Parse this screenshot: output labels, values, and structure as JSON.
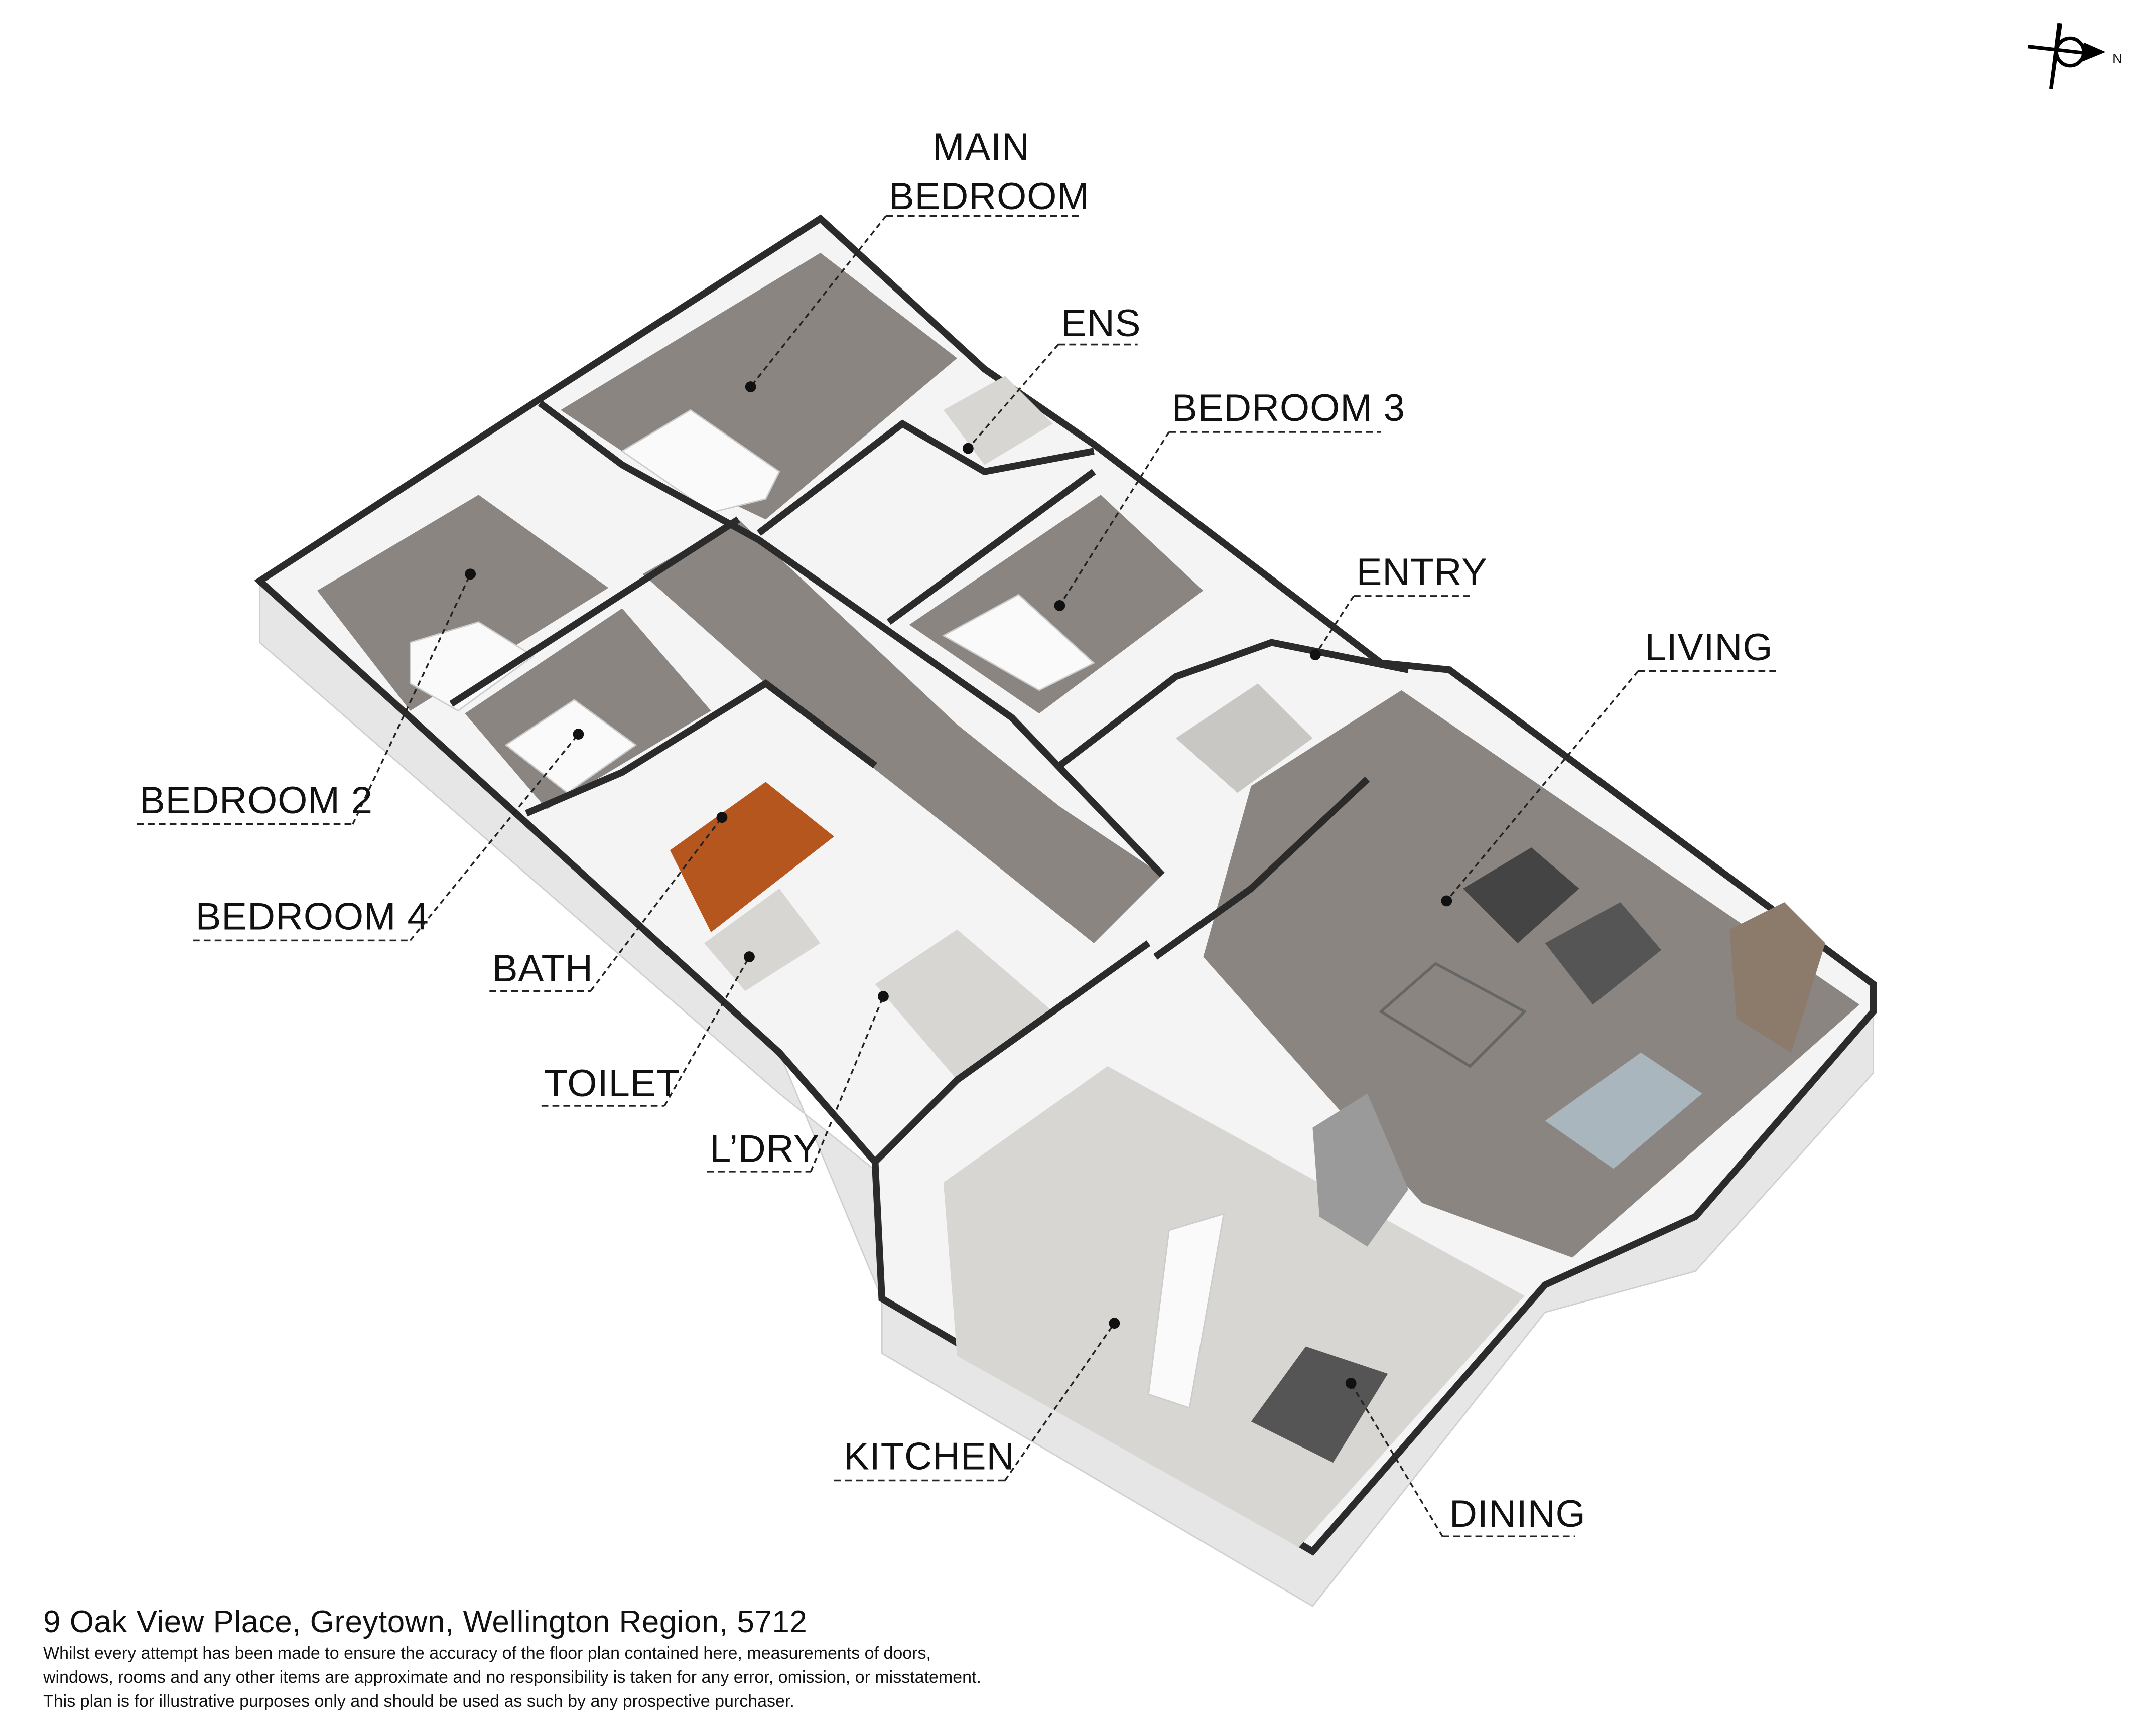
{
  "compass": {
    "label": "N",
    "icon": "north-arrow-icon"
  },
  "rooms": [
    {
      "id": "main-bedroom",
      "lines": [
        "MAIN",
        "BEDROOM"
      ]
    },
    {
      "id": "ens",
      "lines": [
        "ENS"
      ]
    },
    {
      "id": "bedroom-3",
      "lines": [
        "BEDROOM 3"
      ]
    },
    {
      "id": "entry",
      "lines": [
        "ENTRY"
      ]
    },
    {
      "id": "living",
      "lines": [
        "LIVING"
      ]
    },
    {
      "id": "bedroom-2",
      "lines": [
        "BEDROOM 2"
      ]
    },
    {
      "id": "bedroom-4",
      "lines": [
        "BEDROOM 4"
      ]
    },
    {
      "id": "bath",
      "lines": [
        "BATH"
      ]
    },
    {
      "id": "toilet",
      "lines": [
        "TOILET"
      ]
    },
    {
      "id": "laundry",
      "lines": [
        "L’DRY"
      ]
    },
    {
      "id": "kitchen",
      "lines": [
        "KITCHEN"
      ]
    },
    {
      "id": "dining",
      "lines": [
        "DINING"
      ]
    }
  ],
  "footer": {
    "address": "9 Oak View Place, Greytown, Wellington Region, 5712",
    "disclaimer": [
      "Whilst every attempt has been made to ensure the accuracy of the floor plan contained here, measurements of doors,",
      "windows, rooms and any other items are approximate and no responsibility is taken for any error, omission, or misstatement.",
      "This plan is for illustrative purposes only and should be used as such by any prospective purchaser."
    ]
  },
  "colors": {
    "floor": "#8a8580",
    "wall_top": "#2b2b2b",
    "wall": "#f2f2f2",
    "bath_floor": "#b5561e",
    "tile": "#d8d6d2"
  }
}
